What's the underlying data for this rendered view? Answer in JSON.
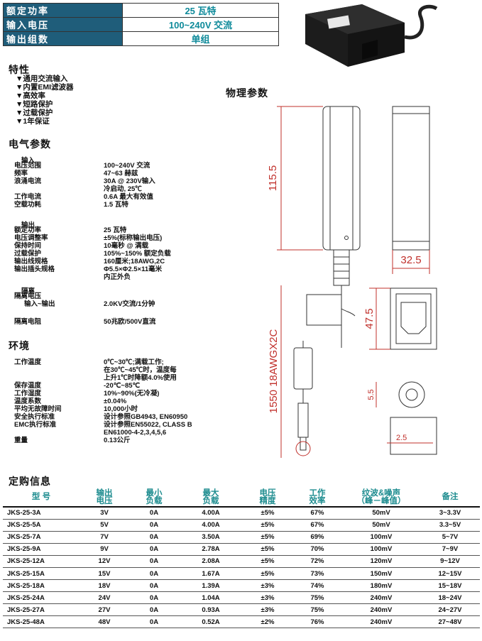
{
  "top_table": [
    {
      "label": "额定功率",
      "value": "25 瓦特"
    },
    {
      "label": "输入电压",
      "value": "100~240V 交流"
    },
    {
      "label": "输出组数",
      "value": "单组"
    }
  ],
  "features": {
    "title": "特性",
    "items": [
      "▼通用交流输入",
      "▼内置EMI滤波器",
      "▼高效率",
      "▼短路保护",
      "▼过载保护",
      "▼1年保证"
    ]
  },
  "physical": {
    "title": "物理参数",
    "dim_length": "115.5",
    "dim_width": "32.5",
    "dim_height": "47.5",
    "cable_label": "1550 18AWGX2C",
    "dim_plug_od": "5.5",
    "dim_plug_len": "2.5"
  },
  "electrical": {
    "title": "电气参数",
    "input_heading": "输入",
    "input_rows": [
      {
        "key": "电压范围",
        "value": "100~240V 交流"
      },
      {
        "key": "频率",
        "value": "47~63 赫兹"
      },
      {
        "key": "浪涌电流",
        "value": "30A @ 230V输入"
      },
      {
        "key": "",
        "value": "冷启动, 25℃"
      },
      {
        "key": "工作电流",
        "value": "0.6A 最大有效值"
      },
      {
        "key": "空载功耗",
        "value": "1.5 瓦特"
      }
    ],
    "output_heading": "输出",
    "output_rows": [
      {
        "key": "额定功率",
        "value": "25 瓦特"
      },
      {
        "key": "电压调整率",
        "value": "±5%(标称输出电压)"
      },
      {
        "key": "保持时间",
        "value": "10毫秒 @ 满载"
      },
      {
        "key": "过载保护",
        "value": "105%~150% 额定负载"
      },
      {
        "key": "输出线规格",
        "value": "160厘米;18AWG,2C"
      },
      {
        "key": "输出插头规格",
        "value": "Φ5.5×Φ2.5×11毫米"
      },
      {
        "key": "",
        "value": "内正外负"
      }
    ],
    "isolation_heading": "隔离",
    "isolation_rows": [
      {
        "key": "隔离电压",
        "value": ""
      },
      {
        "key": "输入~输出",
        "value": "2.0KV交流/1分钟"
      },
      {
        "key": "隔离电阻",
        "value": "50兆欧/500V直流"
      }
    ]
  },
  "environment": {
    "title": "环境",
    "rows": [
      {
        "key": "工作温度",
        "value": "0℃~30℃;满载工作;"
      },
      {
        "key": "",
        "value": "在30℃~45℃时，温度每"
      },
      {
        "key": "",
        "value": "上升1℃时降额4.0%使用"
      },
      {
        "key": "保存温度",
        "value": "-20℃~85℃"
      },
      {
        "key": "工作湿度",
        "value": "10%~90%(无冷凝)"
      },
      {
        "key": "温度系数",
        "value": "±0.04%"
      },
      {
        "key": "平均无故障时间",
        "value": "10,000小时"
      },
      {
        "key": "安全执行标准",
        "value": "设计参照GB4943, EN60950"
      },
      {
        "key": "EMC执行标准",
        "value": "设计参照EN55022, CLASS B"
      },
      {
        "key": "",
        "value": "EN61000-4-2,3,4,5,6"
      },
      {
        "key": "重量",
        "value": "0.13公斤"
      }
    ]
  },
  "order": {
    "title": "定购信息",
    "headers": [
      "型 号",
      "输出\n电压",
      "最小\n负载",
      "最大\n负载",
      "电压\n精度",
      "工作\n效率",
      "纹波&噪声\n（峰－峰值）",
      "备注"
    ],
    "rows": [
      [
        "JKS-25-3A",
        "3V",
        "0A",
        "4.00A",
        "±5%",
        "67%",
        "50mV",
        "3~3.3V"
      ],
      [
        "JKS-25-5A",
        "5V",
        "0A",
        "4.00A",
        "±5%",
        "67%",
        "50mV",
        "3.3~5V"
      ],
      [
        "JKS-25-7A",
        "7V",
        "0A",
        "3.50A",
        "±5%",
        "69%",
        "100mV",
        "5~7V"
      ],
      [
        "JKS-25-9A",
        "9V",
        "0A",
        "2.78A",
        "±5%",
        "70%",
        "100mV",
        "7~9V"
      ],
      [
        "JKS-25-12A",
        "12V",
        "0A",
        "2.08A",
        "±5%",
        "72%",
        "120mV",
        "9~12V"
      ],
      [
        "JKS-25-15A",
        "15V",
        "0A",
        "1.67A",
        "±5%",
        "73%",
        "150mV",
        "12~15V"
      ],
      [
        "JKS-25-18A",
        "18V",
        "0A",
        "1.39A",
        "±3%",
        "74%",
        "180mV",
        "15~18V"
      ],
      [
        "JKS-25-24A",
        "24V",
        "0A",
        "1.04A",
        "±3%",
        "75%",
        "240mV",
        "18~24V"
      ],
      [
        "JKS-25-27A",
        "27V",
        "0A",
        "0.93A",
        "±3%",
        "75%",
        "240mV",
        "24~27V"
      ],
      [
        "JKS-25-48A",
        "48V",
        "0A",
        "0.52A",
        "±2%",
        "76%",
        "240mV",
        "27~48V"
      ]
    ]
  },
  "colors": {
    "label_bg": "#1f5d7a",
    "teal_text": "#0e8a9a",
    "dim_red": "#c0302b"
  }
}
